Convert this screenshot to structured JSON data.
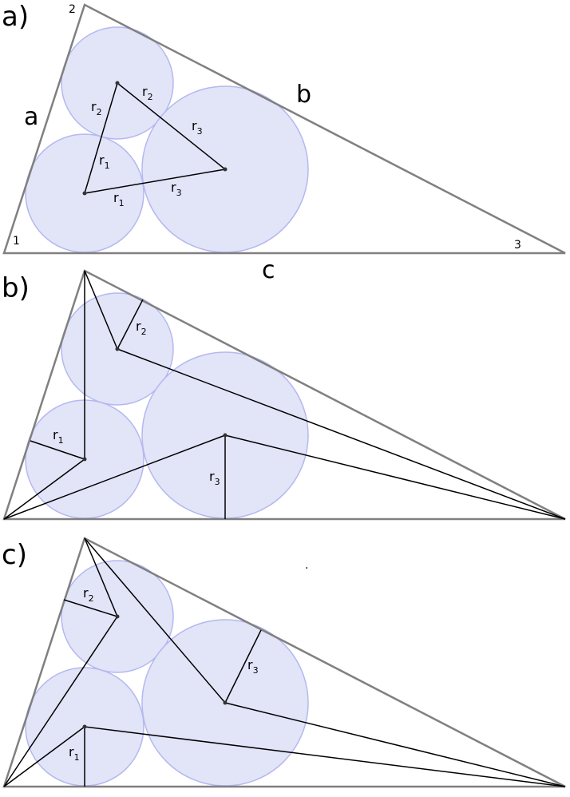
{
  "panels": [
    {
      "label": "a)"
    },
    {
      "label": "b)"
    },
    {
      "label": "c)"
    }
  ],
  "side_labels": {
    "a": "a",
    "b": "b",
    "c": "c"
  },
  "vertex_labels": {
    "v1": "1",
    "v2": "2",
    "v3": "3"
  },
  "radius_letter": "r",
  "radius_indices": {
    "r1": "1",
    "r2": "2",
    "r3": "3"
  },
  "colors": {
    "triangle": "#808080",
    "circle_fill": "#e2e4f8",
    "circle_stroke": "#b4b8ee",
    "construction": "#000000"
  },
  "stray_dot": "."
}
